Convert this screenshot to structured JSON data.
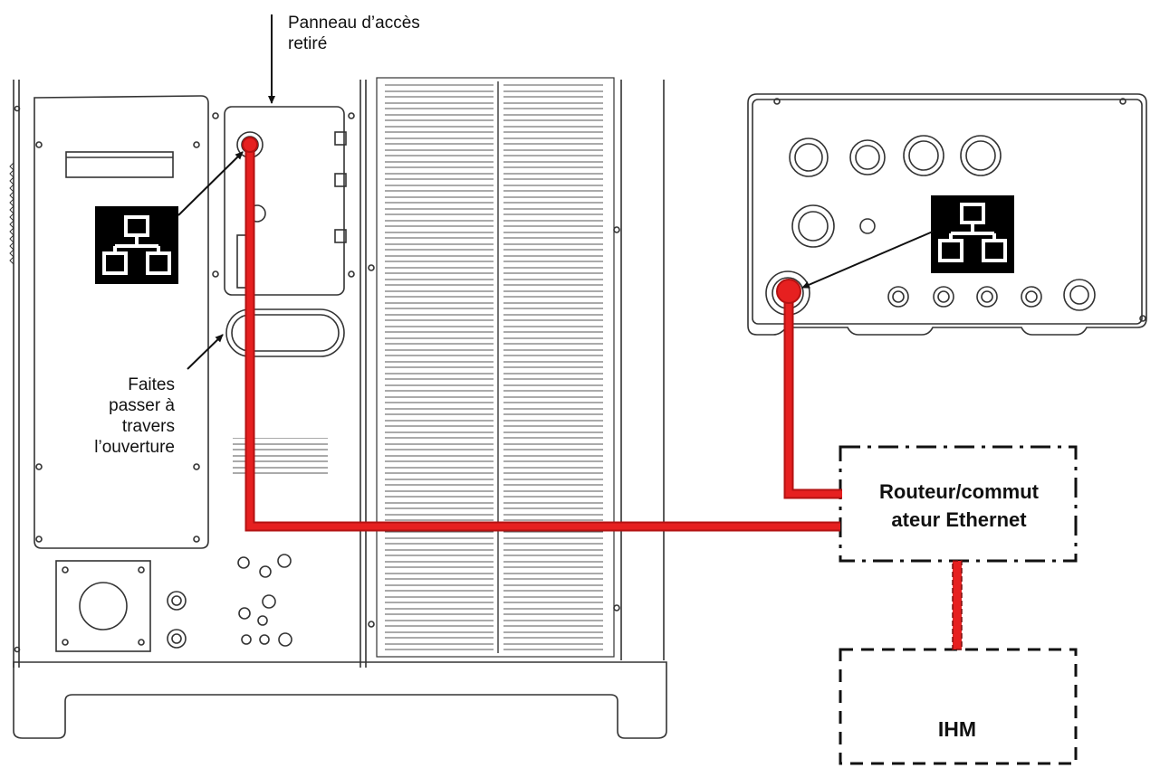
{
  "labels": {
    "access_panel": [
      "Panneau d’accès",
      "retiré"
    ],
    "route_through_opening": [
      "Faites",
      "passer à",
      "travers",
      "l’ouverture"
    ]
  },
  "devices": {
    "router_switch": [
      "Routeur/commut",
      "ateur Ethernet"
    ],
    "hmi": "IHM"
  },
  "icons": {
    "network_icon": "ethernet-network-icon"
  },
  "colors": {
    "cable": "#e01b1b",
    "outline": "#333333",
    "icon_bg": "#000000",
    "icon_fg": "#ffffff"
  }
}
